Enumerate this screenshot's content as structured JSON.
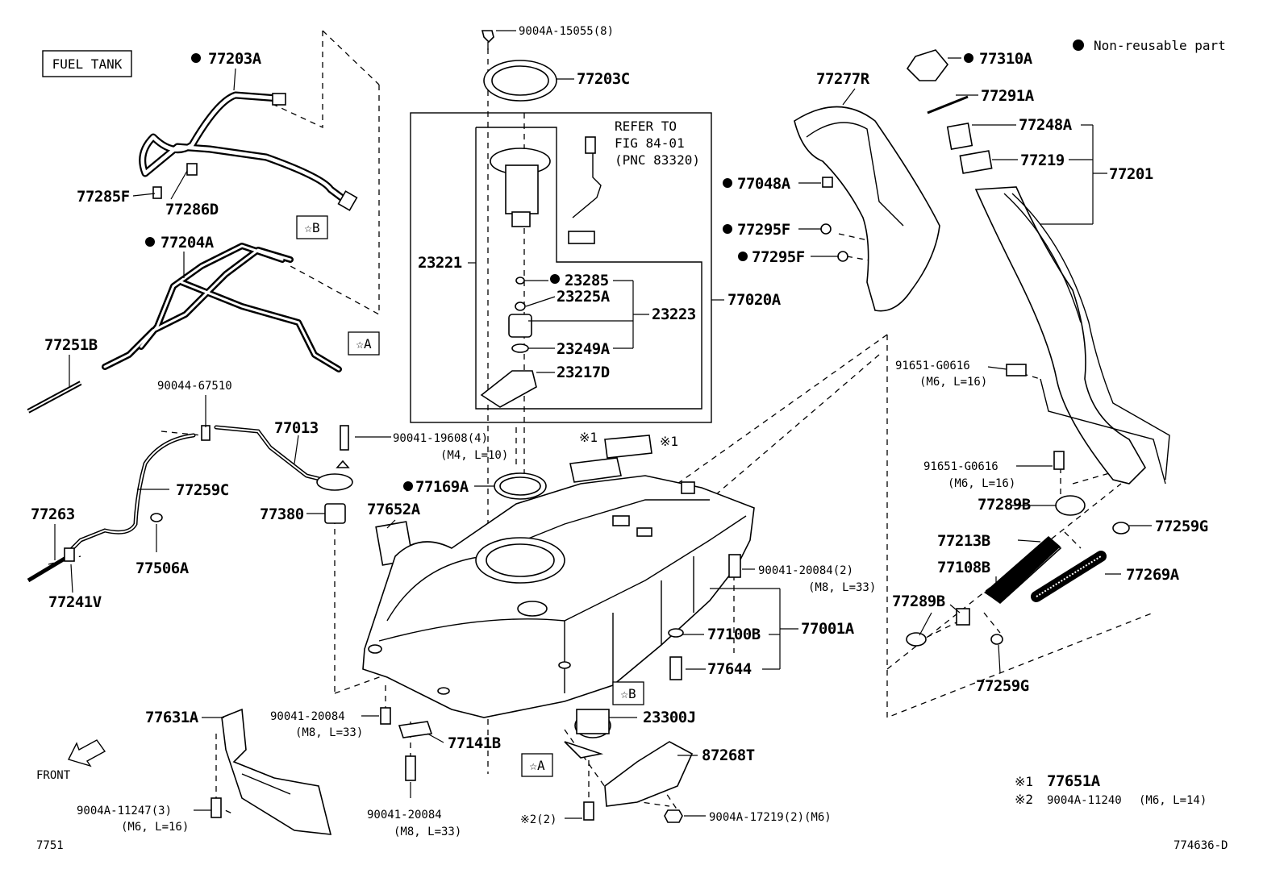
{
  "title": "FUEL TANK",
  "legend": {
    "bullet_note": "Non-reusable part",
    "note1_mark": "※1",
    "note1_part": "77651A",
    "note2_mark": "※2",
    "note2_part": "9004A-11240",
    "note2_spec": "(M6, L=14)"
  },
  "refer": {
    "line1": "REFER TO",
    "line2": "FIG 84-01",
    "line3": "(PNC 83320)"
  },
  "front_label": "FRONT",
  "page_code_left": "7751",
  "page_code_right": "774636-D",
  "markers": {
    "b_top": "☆B",
    "a_top": "☆A",
    "b_bottom": "☆B",
    "a_bottom": "☆A",
    "x1a": "※1",
    "x1b": "※1",
    "x2": "※2(2)"
  },
  "parts": {
    "p77203A": "77203A",
    "p77285F": "77285F",
    "p77286D": "77286D",
    "p77204A": "77204A",
    "p77251B": "77251B",
    "p90044": "90044-67510",
    "p77013": "77013",
    "p77259C": "77259C",
    "p77263": "77263",
    "p77506A": "77506A",
    "p77241V": "77241V",
    "p9004A15055": "9004A-15055(8)",
    "p77203C": "77203C",
    "p23221": "23221",
    "p23285": "23285",
    "p23225A": "23225A",
    "p23223": "23223",
    "p23249A": "23249A",
    "p23217D": "23217D",
    "p77020A": "77020A",
    "p90041_19608": "90041-19608(4)",
    "p90041_19608_spec": "(M4, L=10)",
    "p77169A": "77169A",
    "p77380": "77380",
    "p77652A": "77652A",
    "p77277R": "77277R",
    "p77048A": "77048A",
    "p77295F_1": "77295F",
    "p77295F_2": "77295F",
    "p77310A": "77310A",
    "p77291A": "77291A",
    "p77248A": "77248A",
    "p77219": "77219",
    "p77201": "77201",
    "p91651_1": "91651-G0616",
    "p91651_1_spec": "(M6, L=16)",
    "p91651_2": "91651-G0616",
    "p91651_2_spec": "(M6, L=16)",
    "p77289B_1": "77289B",
    "p77259G_1": "77259G",
    "p77213B": "77213B",
    "p77108B": "77108B",
    "p77269A": "77269A",
    "p77289B_2": "77289B",
    "p77259G_2": "77259G",
    "p90041_20084_a": "90041-20084(2)",
    "p90041_20084_a_spec": "(M8, L=33)",
    "p77100B": "77100B",
    "p77001A": "77001A",
    "p77644": "77644",
    "p90041_20084_b": "90041-20084",
    "p90041_20084_b_spec": "(M8, L=33)",
    "p77631A": "77631A",
    "p77141B": "77141B",
    "p23300J": "23300J",
    "p87268T": "87268T",
    "p9004A11247": "9004A-11247(3)",
    "p9004A11247_spec": "(M6, L=16)",
    "p90041_20084_c": "90041-20084",
    "p90041_20084_c_spec": "(M8, L=33)",
    "p9004A17219": "9004A-17219(2)(M6)"
  }
}
